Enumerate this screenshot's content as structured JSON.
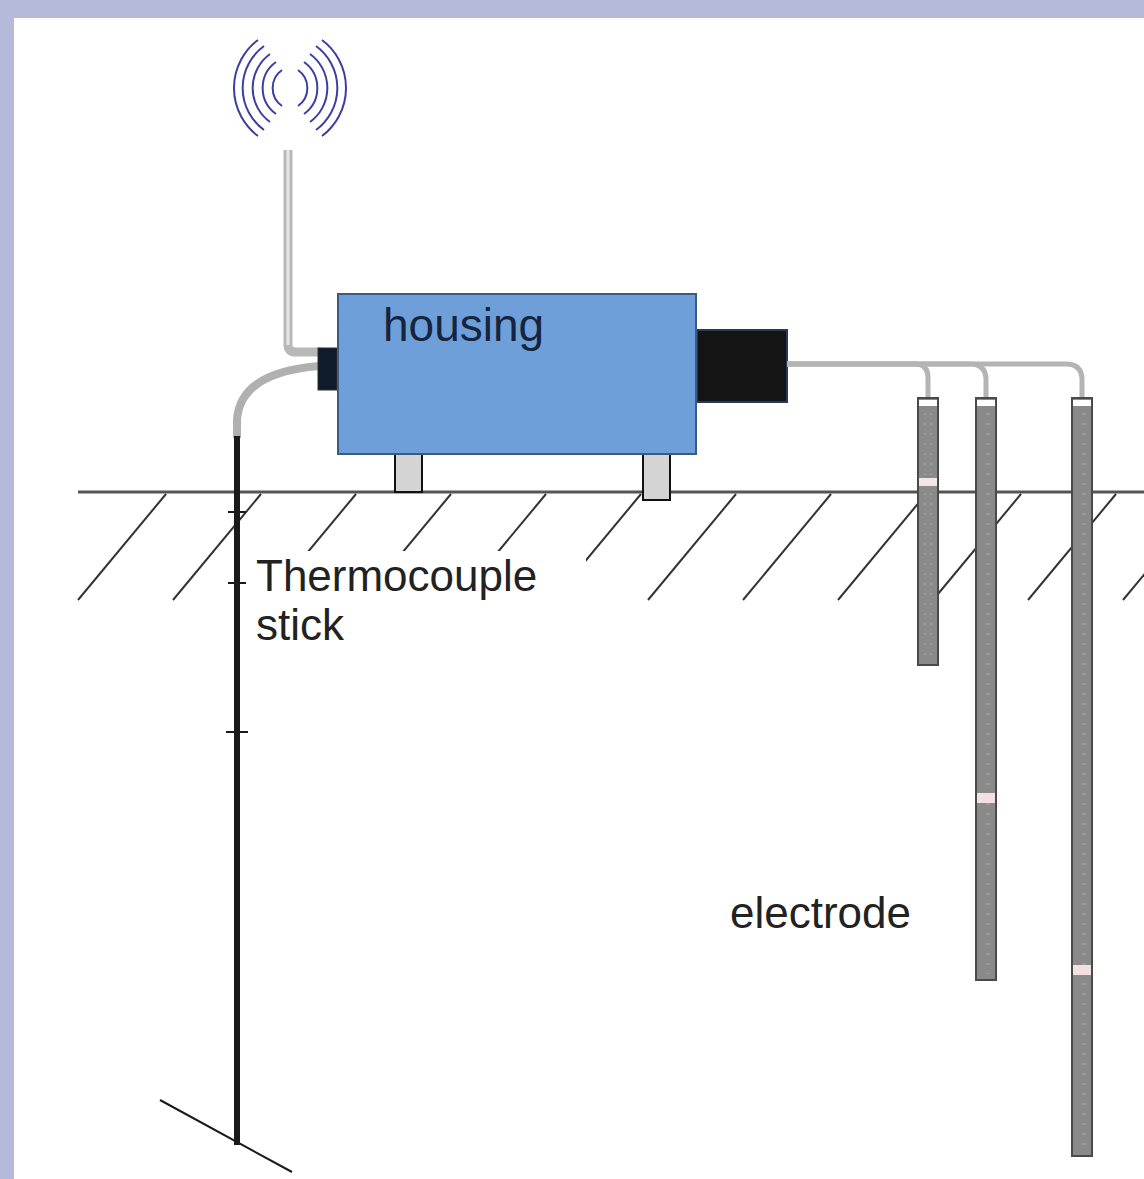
{
  "diagram": {
    "nodes": [
      {
        "text": [
          "housing"
        ]
      }
    ],
    "labels": [
      "Thermocouple stick",
      "electrode"
    ]
  }
}
